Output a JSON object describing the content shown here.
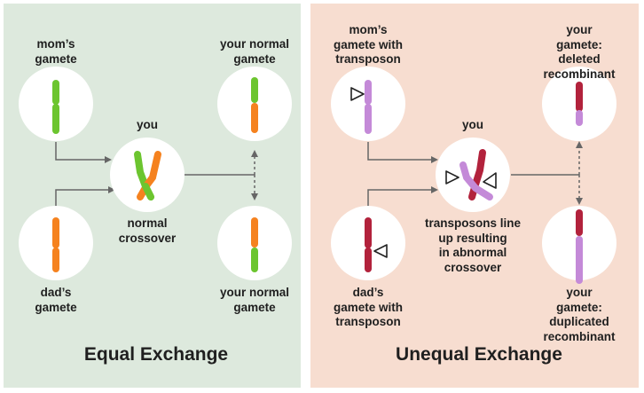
{
  "left_panel": {
    "title": "Equal Exchange",
    "labels": {
      "moms_gamete": "mom’s\ngamete",
      "dads_gamete": "dad’s\ngamete",
      "you": "you",
      "normal_crossover": "normal\ncrossover",
      "your_normal_gamete_top": "your normal\ngamete",
      "your_normal_gamete_bottom": "your normal\ngamete"
    }
  },
  "right_panel": {
    "title": "Unequal Exchange",
    "labels": {
      "moms_gamete_transposon": "mom’s\ngamete with\ntransposon",
      "dads_gamete_transposon": "dad’s\ngamete with\ntransposon",
      "you": "you",
      "transposons_line_up": "transposons line\nup resulting\nin abnormal\ncrossover",
      "deleted_recombinant": "your gamete:\ndeleted\nrecombinant",
      "duplicated_recombinant": "your gamete:\nduplicated\nrecombinant"
    }
  },
  "colors": {
    "left_background": "#dde9dd",
    "right_background": "#f7ddd0",
    "mom_chromosome": "#6cc52f",
    "dad_chromosome": "#f5821f",
    "mom_chromosome_transposon": "#c48ad8",
    "dad_chromosome_transposon": "#b2223c",
    "connector": "#666666"
  },
  "icons": {
    "transposon": "triangle-marker-icon"
  }
}
